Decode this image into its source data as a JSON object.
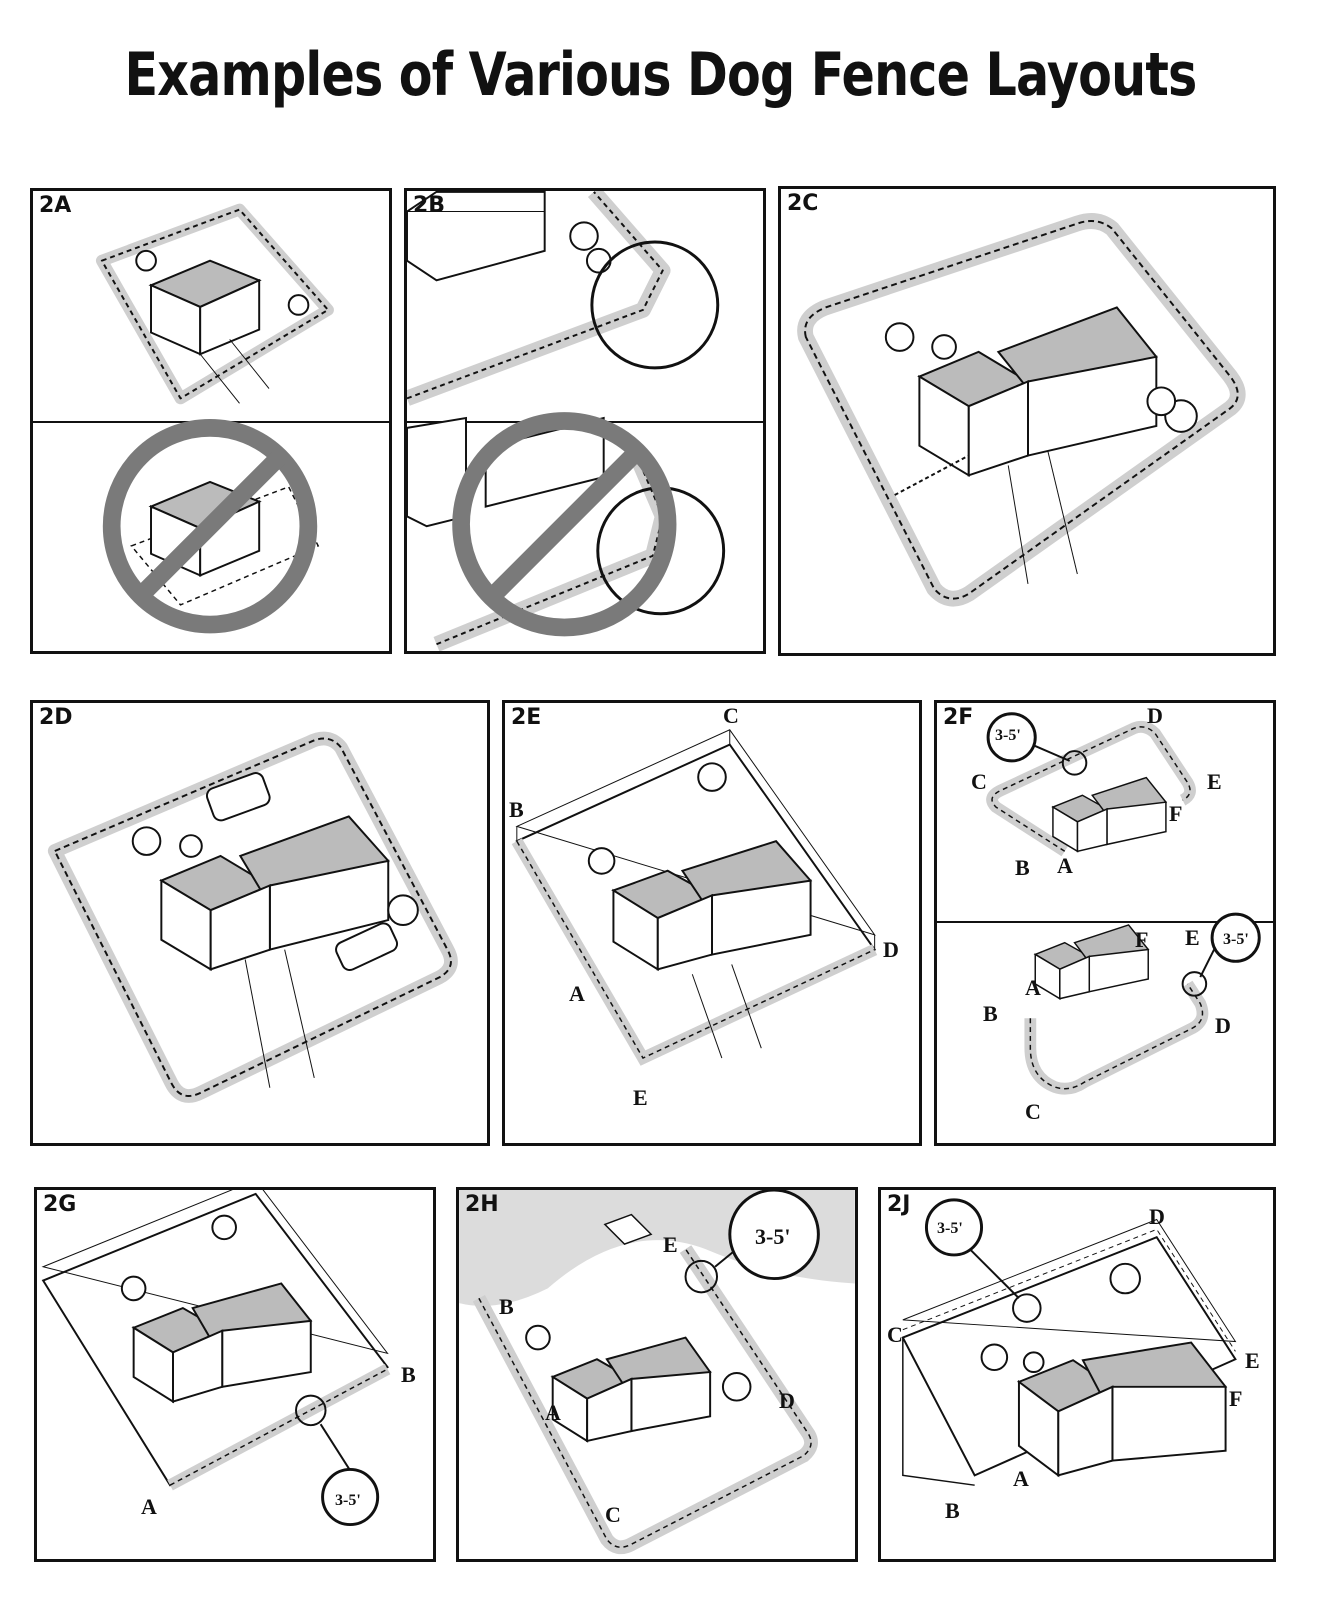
{
  "title": "Examples of Various Dog Fence Layouts",
  "panels": {
    "p2A": {
      "label": "2A"
    },
    "p2B": {
      "label": "2B"
    },
    "p2C": {
      "label": "2C"
    },
    "p2D": {
      "label": "2D"
    },
    "p2E": {
      "label": "2E",
      "points": [
        "A",
        "B",
        "C",
        "D",
        "E"
      ]
    },
    "p2F": {
      "label": "2F",
      "top_points": [
        "A",
        "B",
        "C",
        "D",
        "E",
        "F"
      ],
      "bottom_points": [
        "A",
        "B",
        "C",
        "D",
        "E",
        "F"
      ],
      "distance": "3-5'"
    },
    "p2G": {
      "label": "2G",
      "points": [
        "A",
        "B"
      ],
      "distance": "3-5'"
    },
    "p2H": {
      "label": "2H",
      "points": [
        "A",
        "B",
        "C",
        "D",
        "E"
      ],
      "distance": "3-5'"
    },
    "p2J": {
      "label": "2J",
      "points": [
        "A",
        "B",
        "C",
        "D",
        "E",
        "F"
      ],
      "distance": "3-5'"
    }
  },
  "icons": [
    "house-icon",
    "tree-icon",
    "prohibited-icon",
    "zoom-circle-icon",
    "fence-icon",
    "boundary-wire-icon",
    "pool-icon",
    "garden-icon",
    "dock-icon"
  ],
  "colors": {
    "wire_band": "#cfcfcf",
    "prohibited": "#7a7a7a",
    "ink": "#111111",
    "water": "#dcdcdc"
  }
}
